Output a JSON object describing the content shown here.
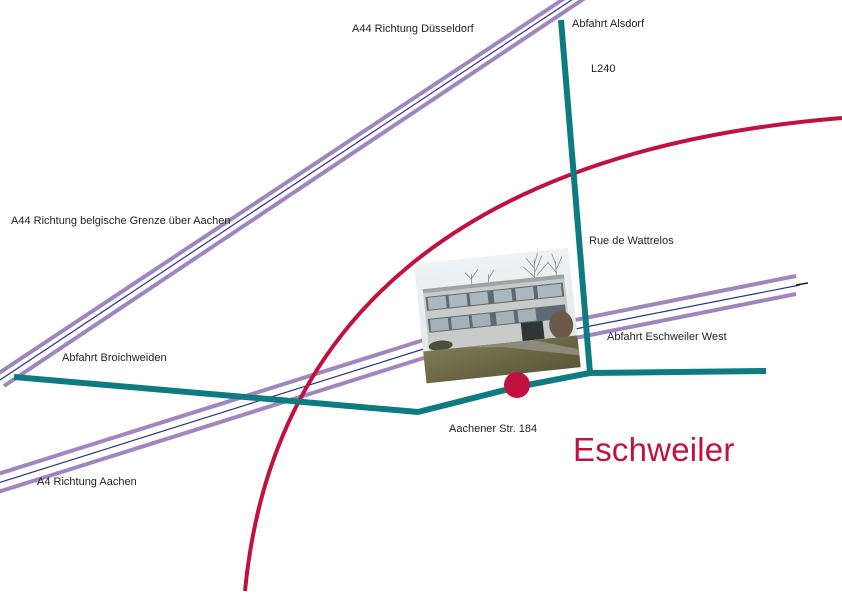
{
  "map": {
    "city_label": "Eschweiler",
    "labels": {
      "a44_duesseldorf": "A44 Richtung Düsseldorf",
      "abfahrt_alsdorf": "Abfahrt Alsdorf",
      "l240": "L240",
      "a44_belgische_grenze": "A44  Richtung belgische Grenze über Aachen",
      "rue_de_wattrelos": "Rue de Wattrelos",
      "abfahrt_eschweiler_west": "Abfahrt Eschweiler West",
      "abfahrt_broichweiden": "Abfahrt Broichweiden",
      "aachener_str": "Aachener Str. 184",
      "a4_richtung_aachen": "A4 Richtung Aachen"
    },
    "colors": {
      "motorway_outer": "#9f86bf",
      "motorway_inner": "#2e3192",
      "road": "#0e7b83",
      "ring_road": "#c1123f",
      "location_marker": "#c1123f",
      "city_text": "#c1123f",
      "label_text": "#231f20"
    },
    "location_marker_icon": "location-dot-icon",
    "building_photo_icon": "building-photo-icon"
  }
}
